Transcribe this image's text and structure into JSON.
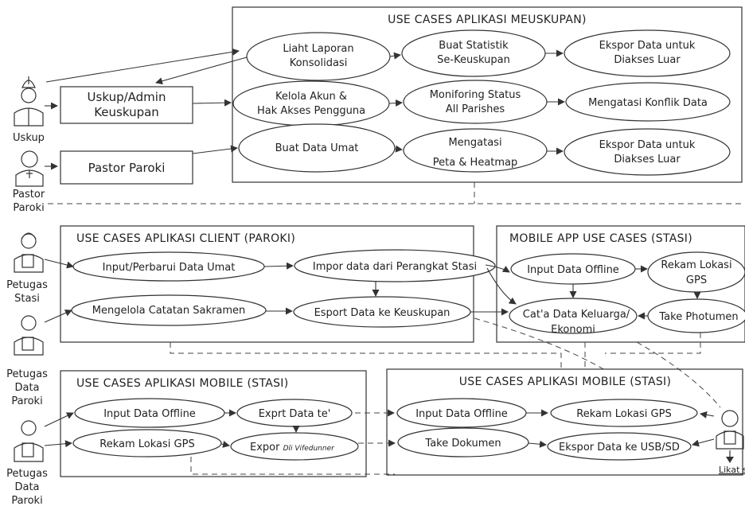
{
  "meuskupan": {
    "title": "USE CASES APLIKASI MEUSKUPAN)",
    "uc_lihat": [
      "Liaht Laporan",
      "Konsolidasi"
    ],
    "uc_statistik": [
      "Buat Statistik",
      "Se-Keuskupan"
    ],
    "uc_ekspor1": [
      "Ekspor Data untuk",
      "Diakses Luar"
    ],
    "uc_kelola": [
      "Kelola Akun &",
      "Hak Akses Pengguna"
    ],
    "uc_monitoring": [
      "Moniforing Status",
      "All Parishes"
    ],
    "uc_konflik": [
      "Mengatasi Konflik Data"
    ],
    "uc_buatumat": [
      "Buat Data Umat"
    ],
    "uc_peta": [
      "Mengatasi",
      "Peta & Heatmap"
    ],
    "uc_ekspor2": [
      "Ekspor Data untuk",
      "Diakses Luar"
    ]
  },
  "roles": {
    "uskup_admin": [
      "Uskup/Admin",
      "Keuskupan"
    ],
    "pastor_paroki": "Pastor Paroki"
  },
  "actors": {
    "uskup": [
      "Uskup"
    ],
    "pastor": [
      "Pastor",
      "Paroki"
    ],
    "petugas_stasi": [
      "Petugas",
      "Stasi"
    ],
    "petugas_data_paroki1": [
      "Petugas",
      "Data",
      "Paroki"
    ],
    "petugas_data_paroki2": [
      "Petugas",
      "Data",
      "Paroki"
    ],
    "likat_sesi": "Likat sesi"
  },
  "client": {
    "title": "USE CASES APLIKASI CLIENT (PAROKI)",
    "uc_input": "Input/Perbarui Data Umat",
    "uc_impor": "Impor data dari Perangkat Stasi",
    "uc_sakramen": "Mengelola Catatan Sakramen",
    "uc_esport": "Esport Data ke Keuskupan"
  },
  "mobile_app": {
    "title": "MOBILE APP USE CASES (STASI)",
    "uc_offline": "Input Data Offline",
    "uc_rekam": [
      "Rekam Lokasi",
      "GPS"
    ],
    "uc_catat": [
      "Cat'a Data Keluarga/",
      "Ekonomi"
    ],
    "uc_photo": "Take Photumen"
  },
  "mobile_left": {
    "title": "USE CASES APLIKASI MOBILE (STASI)",
    "uc_offline": "Input Data Offline",
    "uc_exprt": "Exprt Data te'",
    "uc_gps": "Rekam Lokasi GPS",
    "uc_expor_main": "Expor ",
    "uc_expor_tail": "Dli Vifedunner"
  },
  "mobile_right": {
    "title": "USE CASES APLIKASI MOBILE (STASI)",
    "uc_offline": "Input Data Offline",
    "uc_gps": "Rekam Lokasi GPS",
    "uc_dokumen": "Take Dokumen",
    "uc_usb": "Ekspor Data ke USB/SD"
  }
}
